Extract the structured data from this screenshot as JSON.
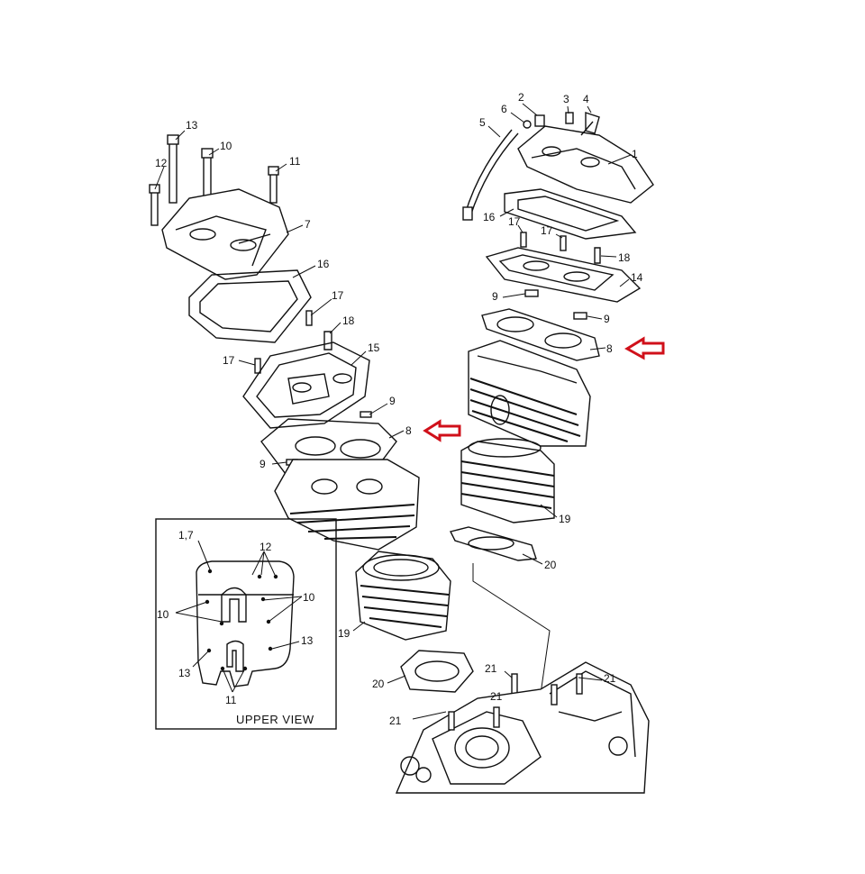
{
  "diagram": {
    "inset_title": "UPPER VIEW",
    "colors": {
      "line": "#111111",
      "highlight_arrow": "#d0101a",
      "background": "#ffffff"
    },
    "callouts": {
      "front": [
        "13",
        "10",
        "12",
        "11",
        "7",
        "16",
        "17",
        "18",
        "15",
        "17",
        "9",
        "8",
        "9",
        "19",
        "20",
        "21",
        "21",
        "21"
      ],
      "rear": [
        "2",
        "3",
        "4",
        "6",
        "5",
        "1",
        "16",
        "17",
        "17",
        "18",
        "14",
        "9",
        "9",
        "8",
        "19",
        "20",
        "21"
      ],
      "inset": [
        "1,7",
        "12",
        "10",
        "10",
        "13",
        "13",
        "11"
      ]
    }
  }
}
